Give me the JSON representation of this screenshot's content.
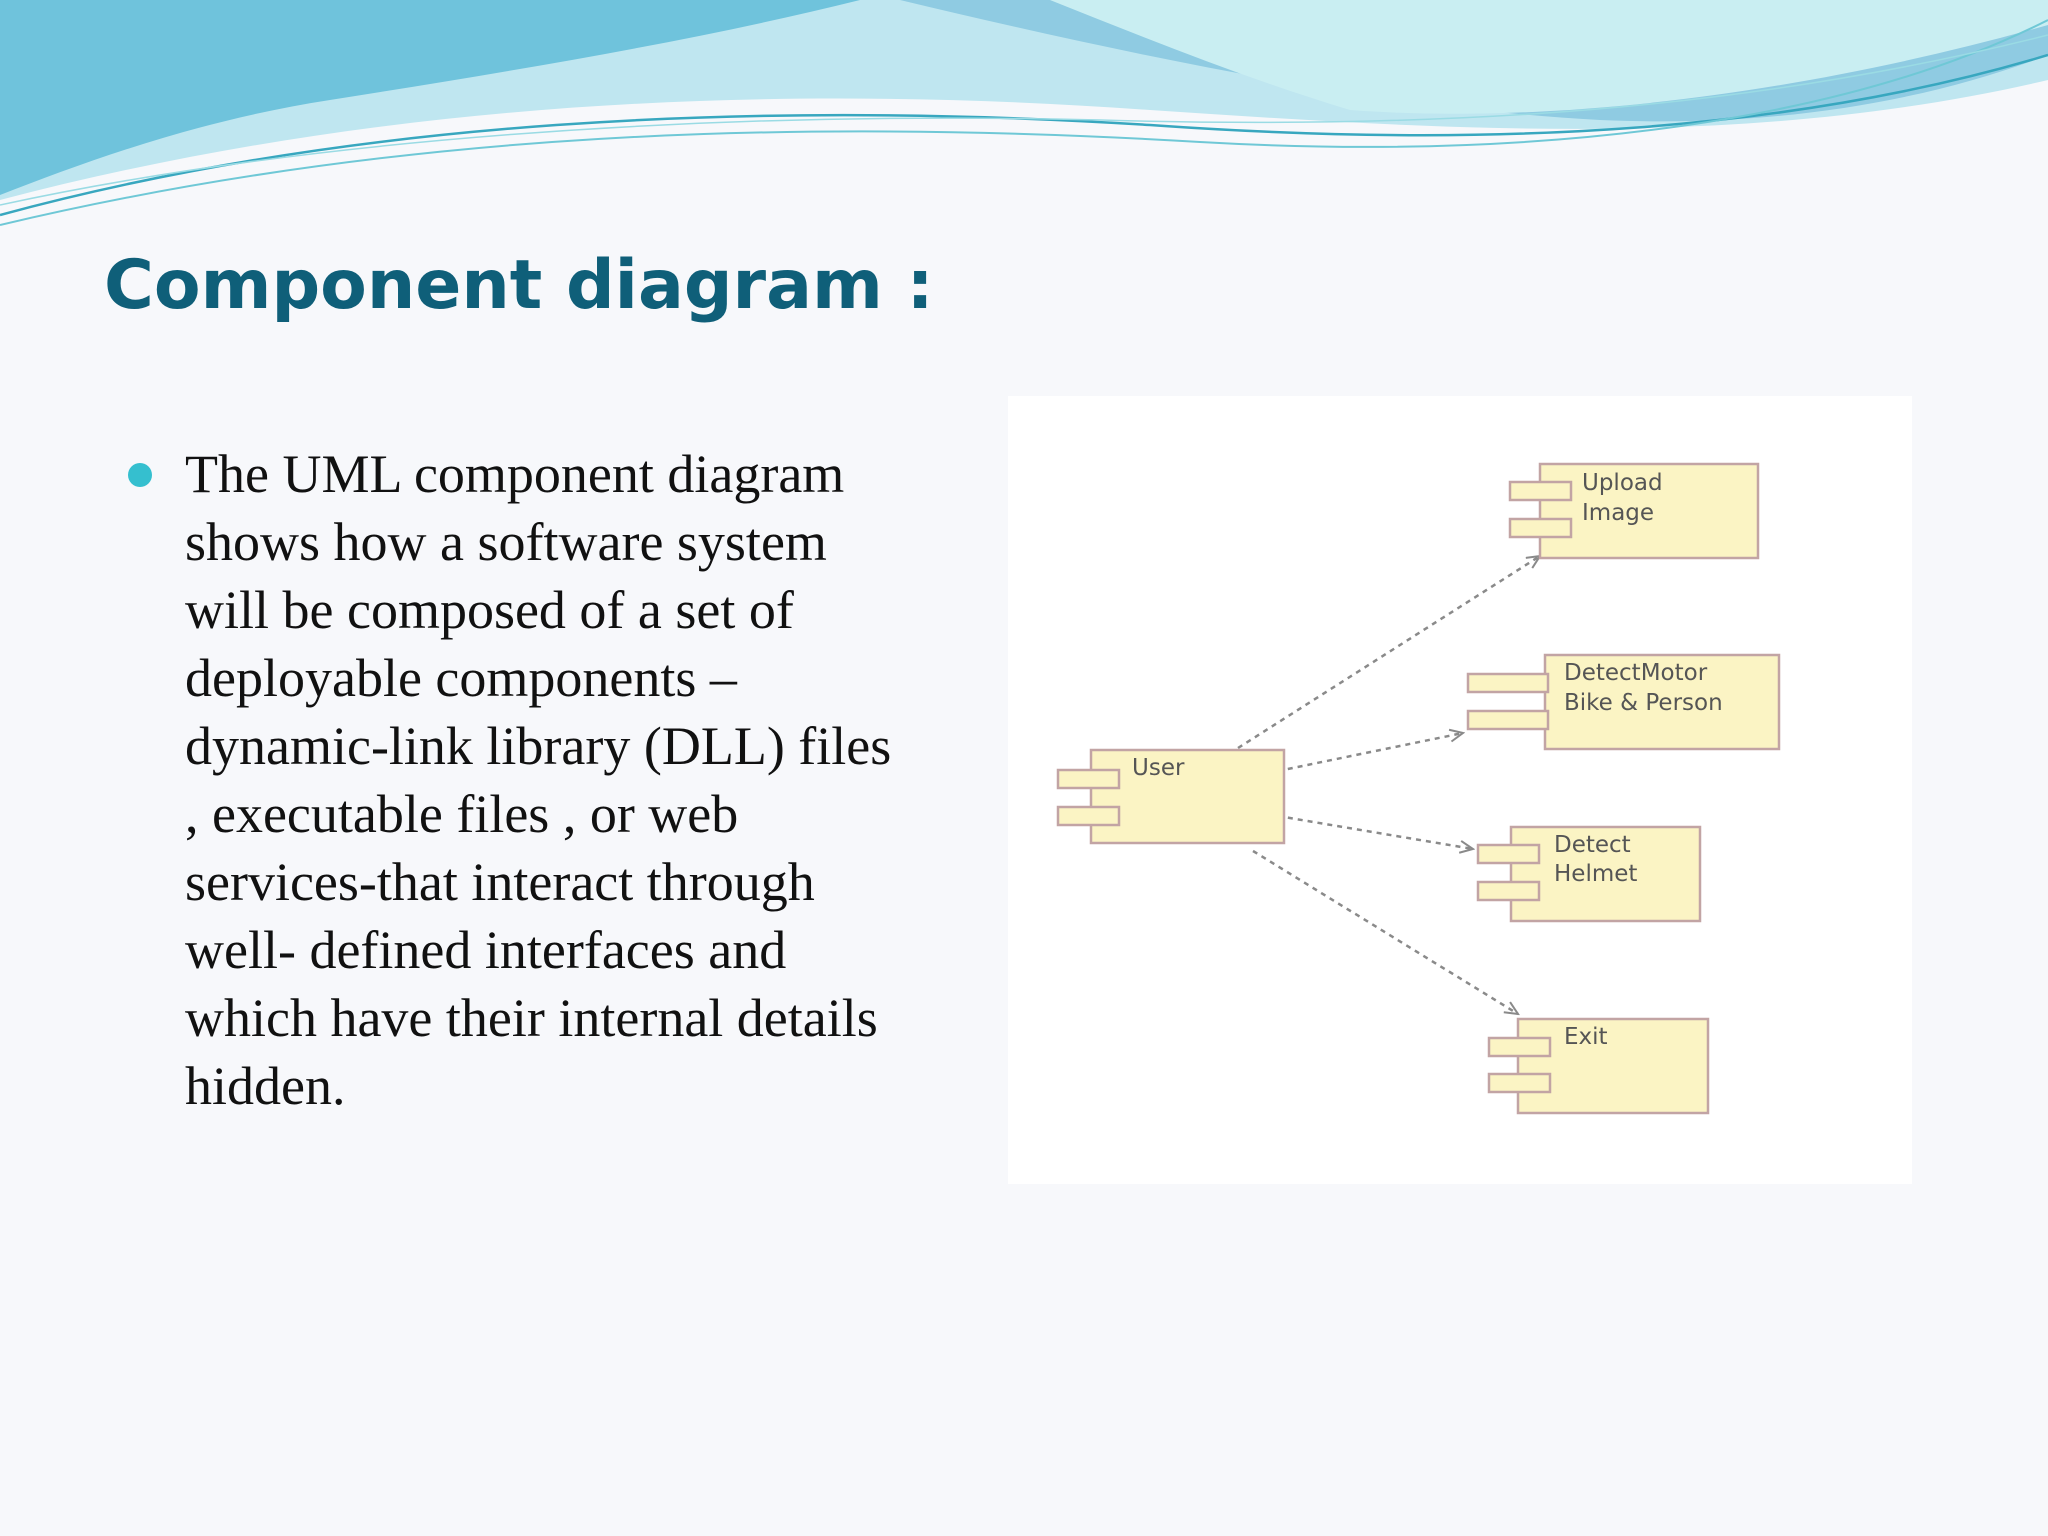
{
  "slide": {
    "title": "Component diagram :",
    "bullet": {
      "lines": [
        "The UML component diagram",
        "shows how a software system",
        "will be composed of a set of",
        "deployable components –",
        "dynamic-link library (DLL) files",
        ", executable files , or web",
        "services-that interact through",
        "well- defined interfaces and",
        "which have their internal details",
        "hidden."
      ]
    }
  },
  "diagram": {
    "components": {
      "user": [
        "User"
      ],
      "upload_image": [
        "Upload",
        "Image"
      ],
      "detect_motor": [
        "DetectMotor",
        "Bike & Person"
      ],
      "detect_helmet": [
        "Detect",
        "Helmet"
      ],
      "exit": [
        "Exit"
      ]
    },
    "colors": {
      "component_fill": "#fbf4c4",
      "component_stroke": "#c2a4a4",
      "dependency_line": "#8a8a8a"
    }
  },
  "theme": {
    "title_color": "#0f5f79",
    "bullet_color": "#35bfcf",
    "wave_colors": [
      "#86c9e0",
      "#5ec8dc",
      "#b5e6ec"
    ]
  }
}
